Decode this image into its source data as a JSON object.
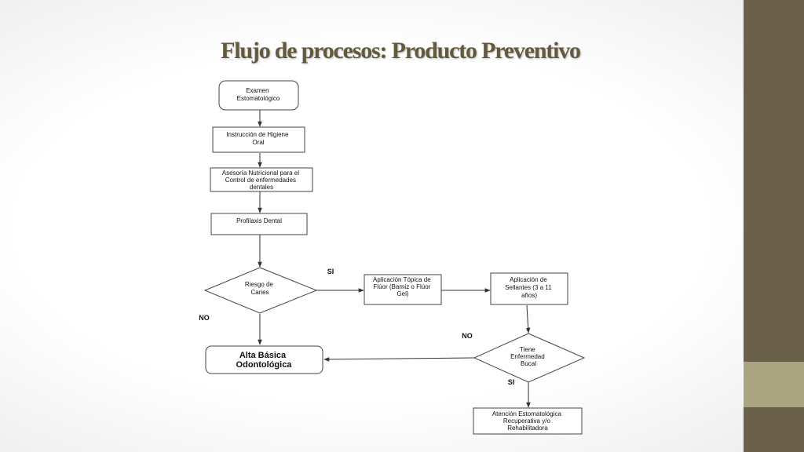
{
  "title": "Flujo de procesos: Producto Preventivo",
  "colors": {
    "sidebar_dark": "#6b6148",
    "sidebar_light": "#a9a580",
    "title": "#635a3e"
  },
  "nodes": {
    "examen": [
      "Examen",
      "Estomatológico"
    ],
    "higiene": [
      "Instrucción de Higiene",
      "Oral"
    ],
    "asesoria": [
      "Asesoría Nutricional para el",
      "Control de enfermedades",
      "dentales"
    ],
    "profilaxis": [
      "Profilaxis Dental"
    ],
    "riesgo": [
      "Riesgo de",
      "Caries"
    ],
    "fluor": [
      "Aplicación Tópica de",
      "Flúor (Barniz o Flúor",
      "Gel)"
    ],
    "sellantes": [
      "Aplicación de",
      "Sellantes (3 a 11",
      "años)"
    ],
    "enfermedad": [
      "Tiene",
      "Enfermedad",
      "Bucal"
    ],
    "alta": [
      "Alta Básica",
      "Odontológica"
    ],
    "atencion": [
      "Atención Estomatológica",
      "Recuperativa y/o",
      "Rehabilitadora"
    ]
  },
  "edge_labels": {
    "riesgo_si": "SI",
    "riesgo_no": "NO",
    "enfermedad_no": "NO",
    "enfermedad_si": "SI"
  }
}
